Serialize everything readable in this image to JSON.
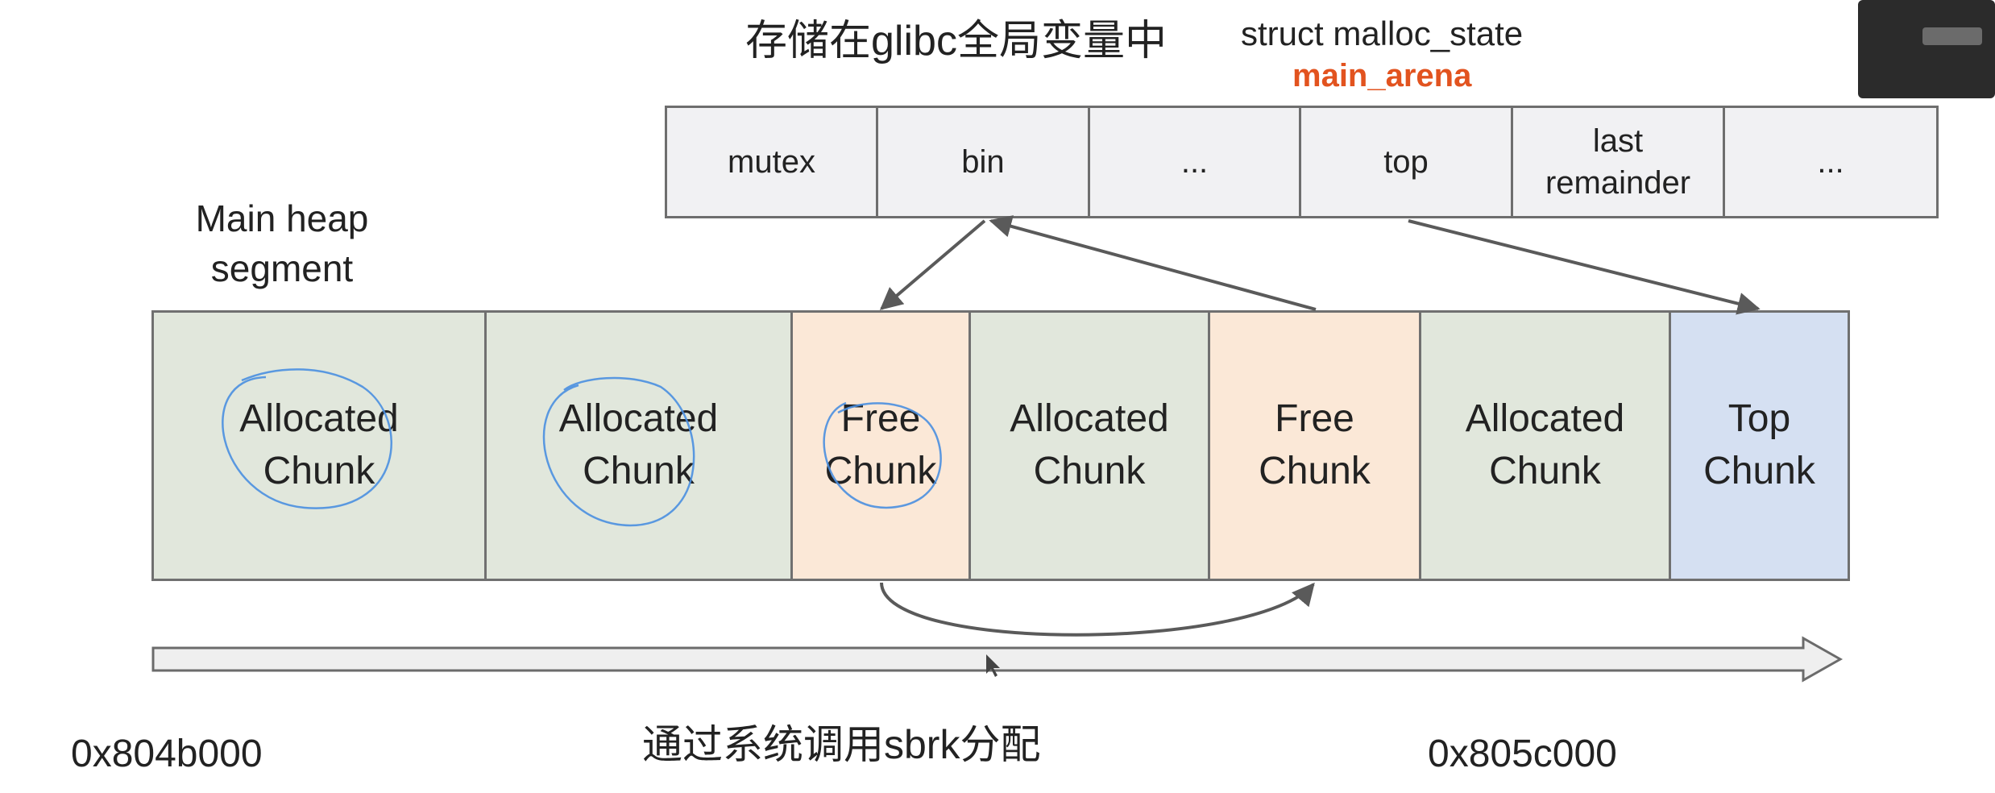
{
  "header": {
    "title_cn": "存储在glibc全局变量中",
    "struct_name": "struct malloc_state",
    "arena_name": "main_arena"
  },
  "arena_fields": [
    {
      "label": "mutex"
    },
    {
      "label": "bin"
    },
    {
      "label": "..."
    },
    {
      "label": "top"
    },
    {
      "label": "last\nremainder"
    },
    {
      "label": "..."
    }
  ],
  "heap": {
    "label": "Main heap\nsegment",
    "chunks": [
      {
        "label": "Allocated\nChunk",
        "kind": "allocated"
      },
      {
        "label": "Allocated\nChunk",
        "kind": "allocated"
      },
      {
        "label": "Free\nChunk",
        "kind": "free"
      },
      {
        "label": "Allocated\nChunk",
        "kind": "allocated"
      },
      {
        "label": "Free\nChunk",
        "kind": "free"
      },
      {
        "label": "Allocated\nChunk",
        "kind": "allocated"
      },
      {
        "label": "Top\nChunk",
        "kind": "top"
      }
    ]
  },
  "footer": {
    "addr_start": "0x804b000",
    "addr_end": "0x805c000",
    "sbrk_cn": "通过系统调用sbrk分配"
  },
  "colors": {
    "allocated": "#e1e7dc",
    "free": "#fbe8d7",
    "top": "#d5e0f2",
    "accent": "#e2531f",
    "annotation": "#4a8fe0"
  }
}
